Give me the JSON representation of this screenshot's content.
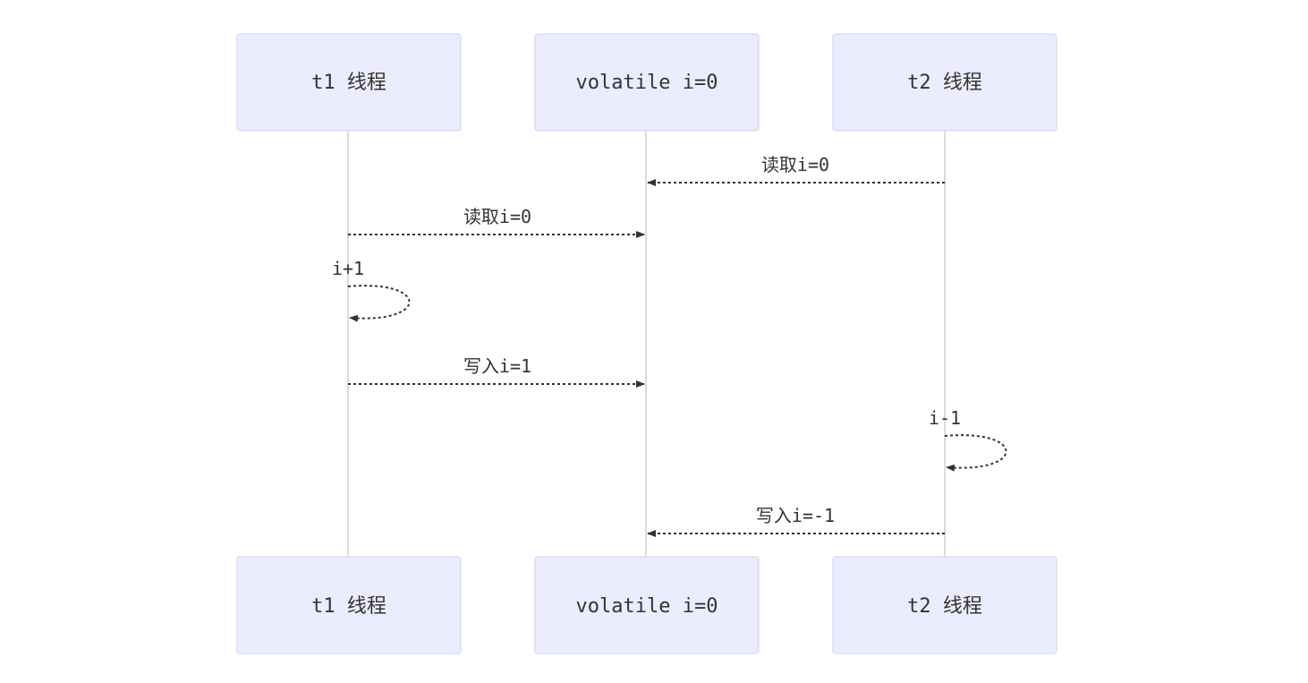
{
  "participants": [
    {
      "label": "t1 线程"
    },
    {
      "label": "volatile i=0"
    },
    {
      "label": "t2 线程"
    }
  ],
  "messages": [
    {
      "from": "t2 线程",
      "to": "volatile i=0",
      "label": "读取i=0"
    },
    {
      "from": "t1 线程",
      "to": "volatile i=0",
      "label": "读取i=0"
    },
    {
      "from": "t1 线程",
      "to": "t1 线程",
      "label": "i+1"
    },
    {
      "from": "t1 线程",
      "to": "volatile i=0",
      "label": "写入i=1"
    },
    {
      "from": "t2 线程",
      "to": "t2 线程",
      "label": "i-1"
    },
    {
      "from": "t2 线程",
      "to": "volatile i=0",
      "label": "写入i=-1"
    }
  ],
  "colors": {
    "actor_fill": "#ececff",
    "actor_border": "#d6d6f5",
    "line": "#333333",
    "lifeline": "#dcdcdc"
  }
}
